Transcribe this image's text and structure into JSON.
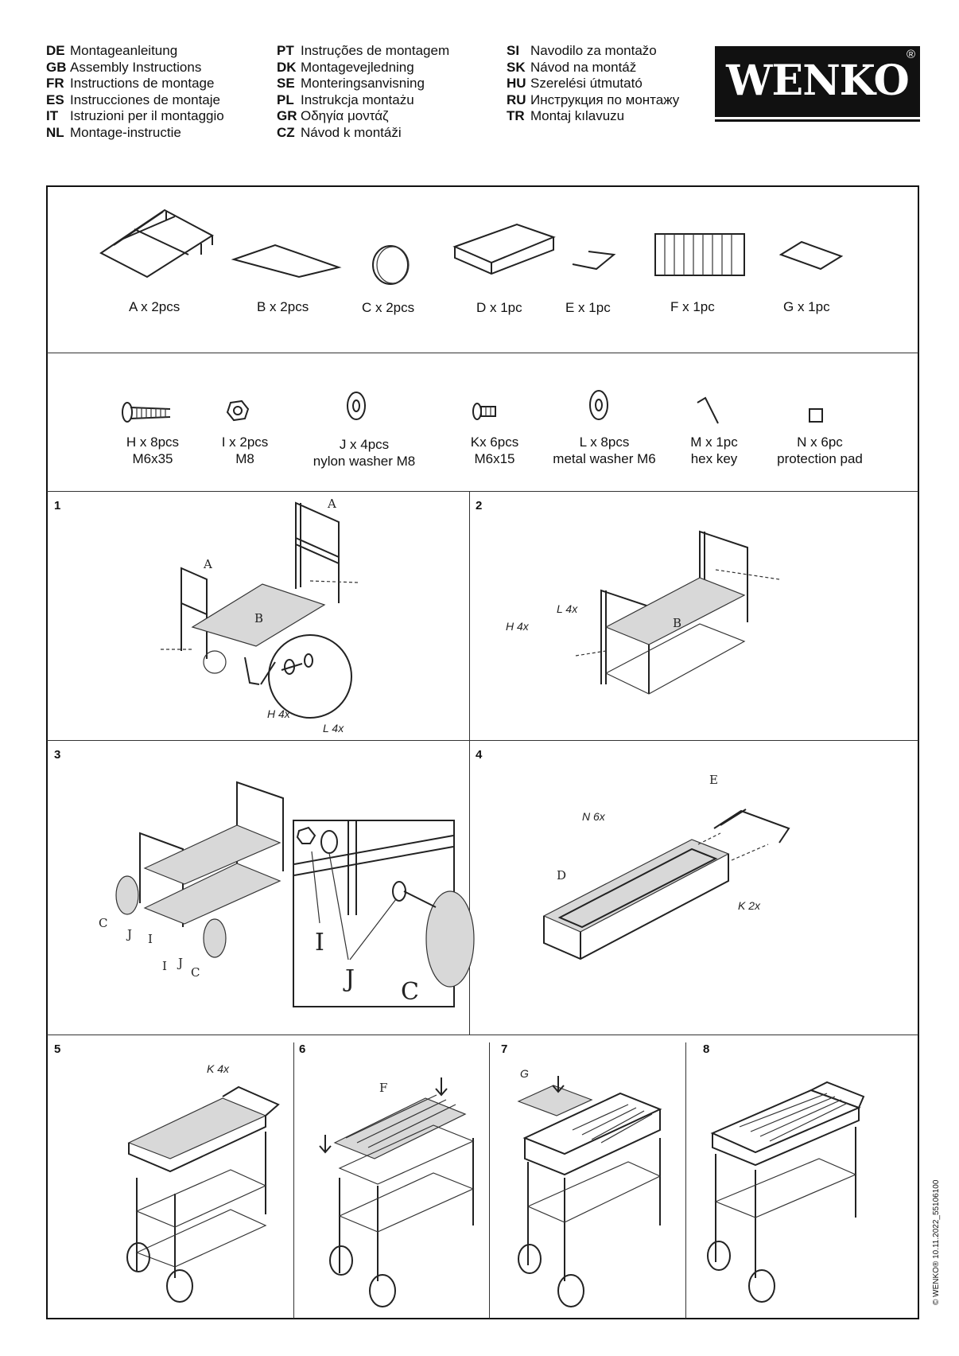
{
  "languages": {
    "col1": [
      {
        "code": "DE",
        "text": "Montageanleitung"
      },
      {
        "code": "GB",
        "text": "Assembly Instructions"
      },
      {
        "code": "FR",
        "text": "Instructions de montage"
      },
      {
        "code": "ES",
        "text": "Instrucciones de montaje"
      },
      {
        "code": "IT",
        "text": "Istruzioni per il montaggio"
      },
      {
        "code": "NL",
        "text": "Montage-instructie"
      }
    ],
    "col2": [
      {
        "code": "PT",
        "text": "Instruções de montagem"
      },
      {
        "code": "DK",
        "text": "Montagevejledning"
      },
      {
        "code": "SE",
        "text": "Monteringsanvisning"
      },
      {
        "code": "PL",
        "text": "Instrukcja montażu"
      },
      {
        "code": "GR",
        "text": "Οδηγία μοντάζ"
      },
      {
        "code": "CZ",
        "text": "Návod k montáži"
      }
    ],
    "col3": [
      {
        "code": "SI",
        "text": "Navodilo za montažo"
      },
      {
        "code": "SK",
        "text": "Návod na montáž"
      },
      {
        "code": "HU",
        "text": "Szerelési útmutató"
      },
      {
        "code": "RU",
        "text": "Инструкция по монтажу"
      },
      {
        "code": "TR",
        "text": "Montaj kılavuzu"
      }
    ]
  },
  "logo": {
    "text": "WENKO",
    "reg": "®"
  },
  "parts": {
    "A": "A x 2pcs",
    "B": "B x 2pcs",
    "C": "C x 2pcs",
    "D": "D x 1pc",
    "E": "E x 1pc",
    "F": "F x 1pc",
    "G": "G x 1pc"
  },
  "hardware": {
    "H": {
      "line1": "H x 8pcs",
      "line2": "M6x35"
    },
    "I": {
      "line1": "I x 2pcs",
      "line2": "M8"
    },
    "J": {
      "line1": "J x 4pcs",
      "line2": "nylon washer M8"
    },
    "K": {
      "line1": "Kx 6pcs",
      "line2": "M6x15"
    },
    "L": {
      "line1": "L x 8pcs",
      "line2": "metal washer M6"
    },
    "M": {
      "line1": "M x 1pc",
      "line2": "hex key"
    },
    "N": {
      "line1": "N x 6pc",
      "line2": "protection pad"
    }
  },
  "steps": {
    "s1": {
      "num": "1",
      "A": "A",
      "A2": "A",
      "B": "B",
      "H": "H  4x",
      "L": "L  4x"
    },
    "s2": {
      "num": "2",
      "B": "B",
      "H": "H  4x",
      "L": "L  4x"
    },
    "s3": {
      "num": "3",
      "C": "C",
      "J": "J",
      "I": "I",
      "I2": "I",
      "J2": "J",
      "C2": "C",
      "zI": "I",
      "zJ": "J",
      "zC": "C"
    },
    "s4": {
      "num": "4",
      "E": "E",
      "N": "N  6x",
      "D": "D",
      "K": "K  2x"
    },
    "s5": {
      "num": "5",
      "K": "K  4x"
    },
    "s6": {
      "num": "6",
      "F": "F"
    },
    "s7": {
      "num": "7",
      "G": "G"
    },
    "s8": {
      "num": "8"
    }
  },
  "copyright": "© WENKO® 10.11.2022_55106100"
}
